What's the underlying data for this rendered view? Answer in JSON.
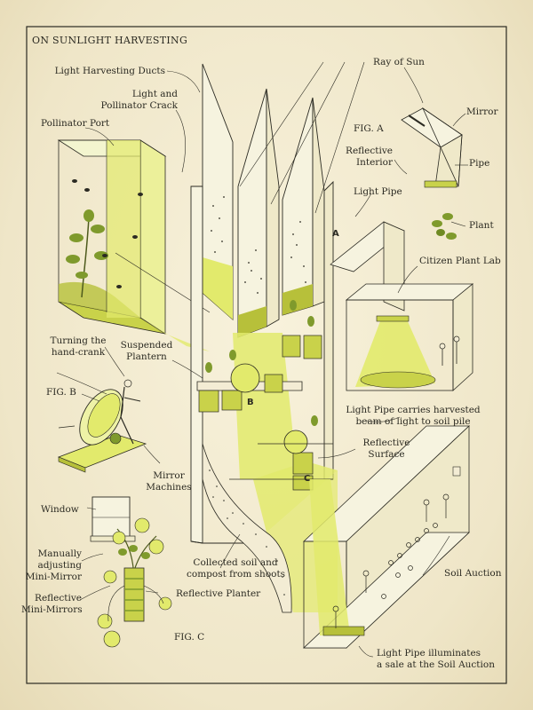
{
  "title": "ON SUNLIGHT HARVESTING",
  "labels": {
    "ducts": "Light Harvesting Ducts",
    "crack_1": "Light and",
    "crack_2": "Pollinator Crack",
    "pollinator_port": "Pollinator Port",
    "ray_of_sun": "Ray of Sun",
    "mirror": "Mirror",
    "fig_a": "FIG. A",
    "reflective_interior_1": "Reflective",
    "reflective_interior_2": "Interior",
    "pipe": "Pipe",
    "light_pipe": "Light Pipe",
    "plant": "Plant",
    "citizen_plant_lab": "Citizen Plant Lab",
    "turning_1": "Turning the",
    "turning_2": "hand-crank",
    "suspended_1": "Suspended",
    "suspended_2": "Plantern",
    "fig_b": "FIG. B",
    "carries_1": "Light Pipe carries harvested",
    "carries_2": "beam of light to soil pile",
    "reflective_surface_1": "Reflective",
    "reflective_surface_2": "Surface",
    "mirror_machines_1": "Mirror",
    "mirror_machines_2": "Machines",
    "window": "Window",
    "manually_1": "Manually",
    "manually_2": "adjusting",
    "manually_3": "Mini-Mirror",
    "collected_1": "Collected soil and",
    "collected_2": "compost from shoots",
    "soil_auction": "Soil Auction",
    "reflective_planter": "Reflective Planter",
    "minimirrors_1": "Reflective",
    "minimirrors_2": "Mini-Mirrors",
    "fig_c": "FIG. C",
    "illuminates_1": "Light Pipe illuminates",
    "illuminates_2": "a sale at the Soil Auction"
  },
  "markers": {
    "a": "A",
    "b": "B",
    "c": "C"
  },
  "colors": {
    "paper": "#f3ecd4",
    "ink": "#2b2a22",
    "light": "#e2ea6c",
    "light_pale": "#eef2a6",
    "olive": "#b7c03a",
    "leaf": "#7f9a2c"
  }
}
